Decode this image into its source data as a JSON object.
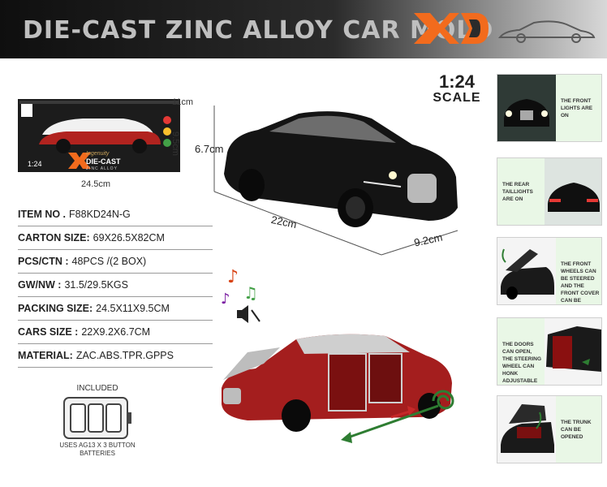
{
  "header": {
    "title": "DIE-CAST ZINC ALLOY CAR MOLD",
    "brand_colors": {
      "orange": "#f26b1d",
      "dark": "#1a1a1a",
      "silver": "#bfbfbf"
    }
  },
  "package": {
    "box_scale_label": "1:24",
    "box_brand_text": "DIE-CAST",
    "box_tagline": "Ingenuity",
    "box_sub": "ZINC ALLOY",
    "height": "11cm",
    "depth": "9.5cm",
    "width": "24.5cm"
  },
  "scale": {
    "ratio": "1:24",
    "label": "SCALE"
  },
  "car_dimensions": {
    "height": "6.7cm",
    "length": "22cm",
    "width": "9.2cm"
  },
  "specs": [
    {
      "key": "ITEM NO .",
      "value": "F88KD24N-G"
    },
    {
      "key": "CARTON SIZE:",
      "value": "69X26.5X82CM"
    },
    {
      "key": "PCS/CTN :",
      "value": "48PCS /(2 BOX)"
    },
    {
      "key": "GW/NW :",
      "value": "31.5/29.5KGS"
    },
    {
      "key": "PACKING SIZE:",
      "value": "24.5X11X9.5CM"
    },
    {
      "key": "CARS SIZE :",
      "value": "22X9.2X6.7CM"
    },
    {
      "key": "MATERIAL:",
      "value": "ZAC.ABS.TPR.GPPS"
    }
  ],
  "battery": {
    "included_label": "INCLUDED",
    "caption": "USES AG13 X 3 BUTTON BATTERIES"
  },
  "features": [
    {
      "caption": "THE FRONT LIGHTS ARE ON",
      "icon": "front-lights"
    },
    {
      "caption": "THE REAR TAILLIGHTS ARE ON",
      "icon": "rear-lights"
    },
    {
      "caption": "THE FRONT WHEELS CAN BE STEERED AND THE FRONT COVER CAN BE OPENED",
      "icon": "hood-open"
    },
    {
      "caption": "THE DOORS CAN OPEN, THE STEERING WHEEL CAN HONK ADJUSTABLE SEAT",
      "icon": "doors-open"
    },
    {
      "caption": "THE TRUNK CAN BE OPENED",
      "icon": "trunk-open"
    }
  ]
}
